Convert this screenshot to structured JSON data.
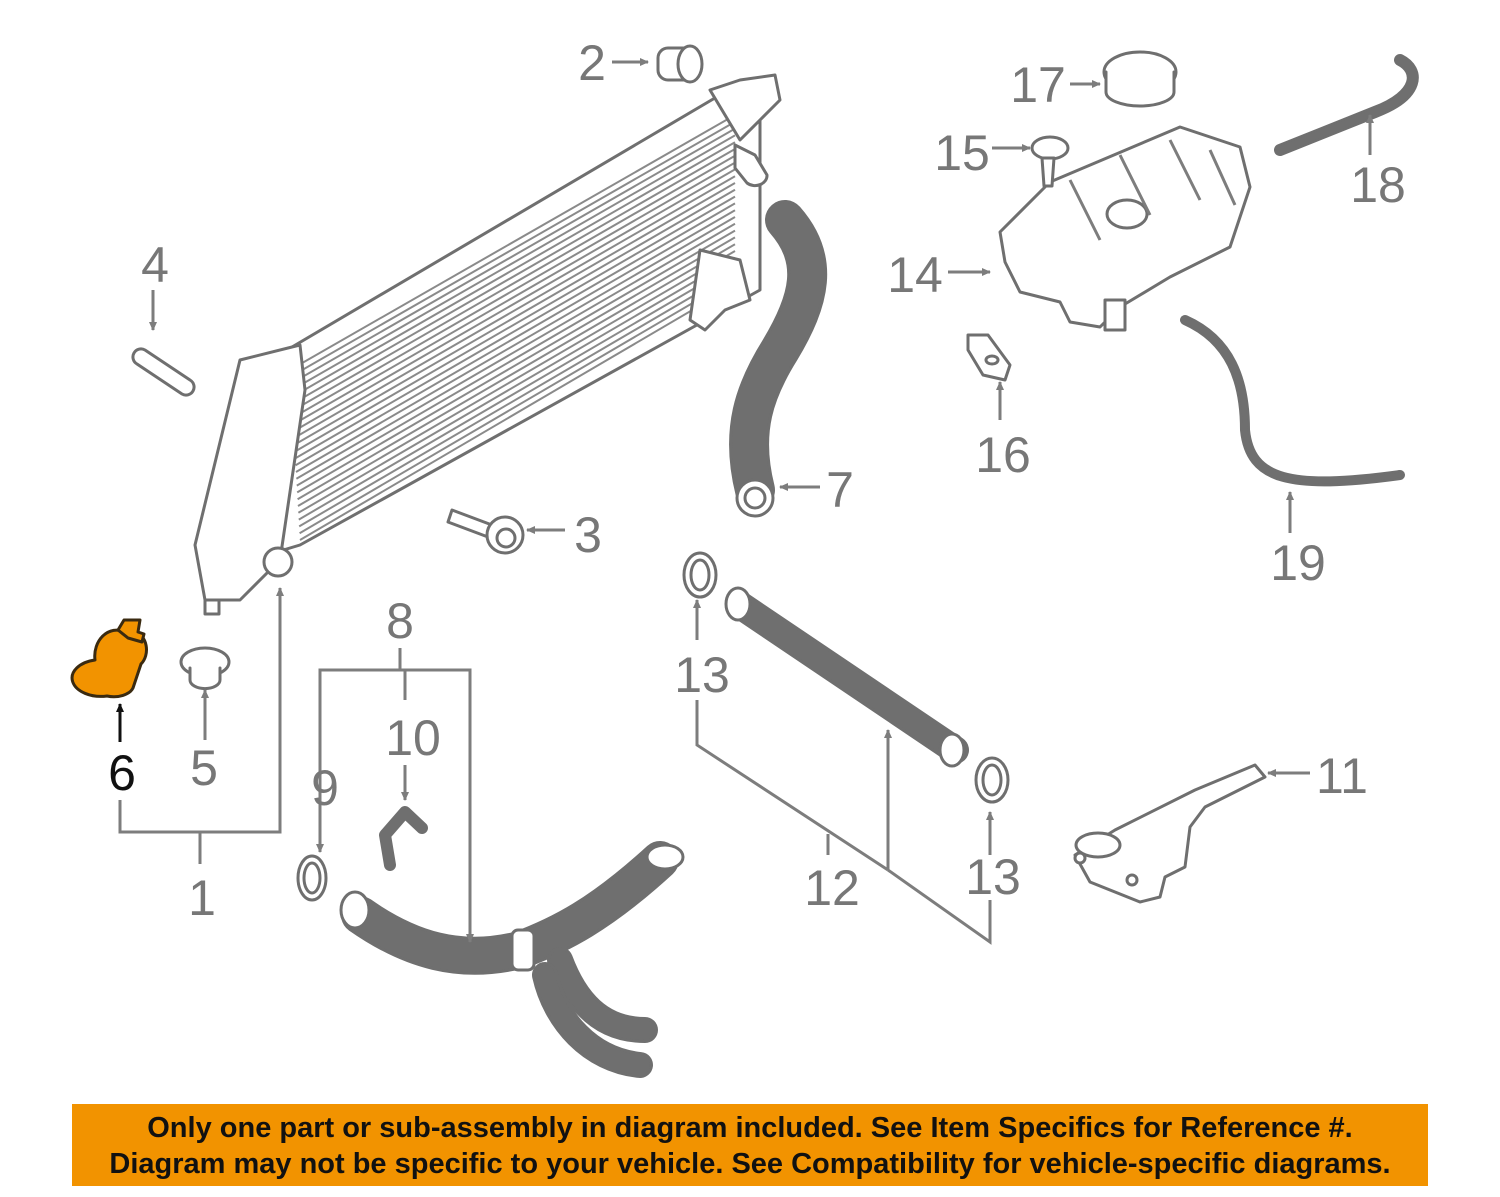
{
  "callouts": {
    "c1": "1",
    "c2": "2",
    "c3": "3",
    "c4": "4",
    "c5": "5",
    "c6": "6",
    "c7": "7",
    "c8": "8",
    "c9": "9",
    "c10": "10",
    "c11": "11",
    "c12": "12",
    "c13a": "13",
    "c13b": "13",
    "c14": "14",
    "c15": "15",
    "c16": "16",
    "c17": "17",
    "c18": "18",
    "c19": "19"
  },
  "highlight": {
    "part": "6",
    "color": "#f29300"
  },
  "colors": {
    "line": "#7d7d7d",
    "notice_bg": "#f29300"
  },
  "notice": {
    "line1": "Only one part or sub-assembly in diagram included. See Item Specifics for Reference #.",
    "line2": "Diagram may not be specific to your vehicle. See Compatibility for vehicle-specific diagrams."
  }
}
